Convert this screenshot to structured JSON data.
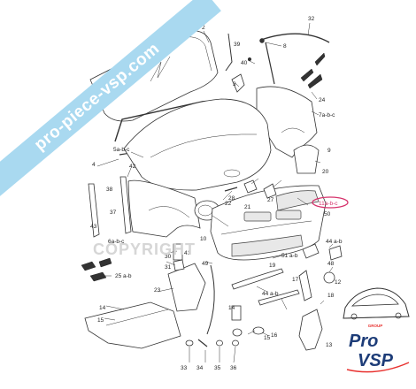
{
  "watermark": {
    "banner_text": "pro-piece-vsp.com",
    "copyright_text": "COPYRIGHT"
  },
  "logo": {
    "brand_pro": "Pro",
    "brand_vsp": "VSP",
    "group_text": "GROUP",
    "brand_color": "#1d3c78",
    "accent_color": "#e8312f"
  },
  "callouts": [
    {
      "id": "c2",
      "text": "2"
    },
    {
      "id": "c3",
      "text": "3"
    },
    {
      "id": "c4",
      "text": "4"
    },
    {
      "id": "c5",
      "text": "5a-b-c"
    },
    {
      "id": "c6",
      "text": "6a-b-c"
    },
    {
      "id": "c7",
      "text": "7a-b-c"
    },
    {
      "id": "c8",
      "text": "8"
    },
    {
      "id": "c9",
      "text": "9"
    },
    {
      "id": "c10",
      "text": "10"
    },
    {
      "id": "c11",
      "text": "11a-b-c"
    },
    {
      "id": "c12",
      "text": "12"
    },
    {
      "id": "c13",
      "text": "13"
    },
    {
      "id": "c14",
      "text": "14"
    },
    {
      "id": "c15",
      "text": "15"
    },
    {
      "id": "c16",
      "text": "16"
    },
    {
      "id": "c17",
      "text": "17"
    },
    {
      "id": "c18",
      "text": "18"
    },
    {
      "id": "c19",
      "text": "19"
    },
    {
      "id": "c20",
      "text": "20"
    },
    {
      "id": "c21",
      "text": "21"
    },
    {
      "id": "c22",
      "text": "22"
    },
    {
      "id": "c23",
      "text": "23"
    },
    {
      "id": "c24",
      "text": "24"
    },
    {
      "id": "c25",
      "text": "25 a-b"
    },
    {
      "id": "c27",
      "text": "27"
    },
    {
      "id": "c28",
      "text": "28"
    },
    {
      "id": "c30",
      "text": "30"
    },
    {
      "id": "c31",
      "text": "31"
    },
    {
      "id": "c32",
      "text": "32"
    },
    {
      "id": "c33",
      "text": "33"
    },
    {
      "id": "c34",
      "text": "34"
    },
    {
      "id": "c35",
      "text": "35"
    },
    {
      "id": "c36",
      "text": "36"
    },
    {
      "id": "c37",
      "text": "37"
    },
    {
      "id": "c38",
      "text": "38"
    },
    {
      "id": "c39",
      "text": "39"
    },
    {
      "id": "c40",
      "text": "40"
    },
    {
      "id": "c41",
      "text": "41"
    },
    {
      "id": "c42",
      "text": "42"
    },
    {
      "id": "c43",
      "text": "43"
    },
    {
      "id": "c44a",
      "text": "44 a-b"
    },
    {
      "id": "c44b",
      "text": "44 a-b"
    },
    {
      "id": "c48",
      "text": "48"
    },
    {
      "id": "c49",
      "text": "49"
    },
    {
      "id": "c50",
      "text": "50"
    },
    {
      "id": "c51",
      "text": "51 a-b"
    },
    {
      "id": "c14b",
      "text": "14"
    },
    {
      "id": "c15b",
      "text": "15"
    }
  ],
  "highlight": {
    "part": "11a-b-c",
    "color": "#d6336c"
  }
}
